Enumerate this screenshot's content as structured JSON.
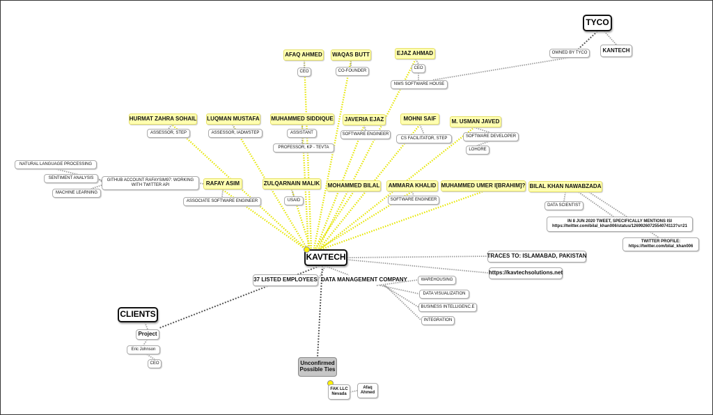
{
  "nodes": {
    "kavtech": "KAVTECH",
    "tyco": "TYCO",
    "owned_by_tyco": "OWNED BY TYCO",
    "kantech": "KANTECH",
    "clients": "CLIENTS",
    "project": "Project",
    "eric_johnson": "Eric Johnson",
    "eric_ceo": "CEO",
    "unconfirmed": "Unconfirmed Possible Ties",
    "fak_llc": "FAK LLC Nevada",
    "afaq_ahmed_small": "Afaq Ahmed",
    "listed_employees": "37 LISTED EMPLOYEES",
    "data_mgmt": "DATA MANAGEMENT COMPANY",
    "warehousing": "WAREHOUSING",
    "data_viz": "DATA VISUALIZATION",
    "bi": "BUSINESS INTELLIGENC.E",
    "integration": "INTEGRATION",
    "traces": "TRACES TO: ISLAMABAD, PAKISTAN",
    "website": "https://kavtechsolutions.net",
    "afaq_ahmed": "AFAQ AHMED",
    "afaq_ceo": "CEO",
    "waqas_butt": "WAQAS BUTT",
    "waqas_role": "CO-FOUNDER",
    "ejaz_ahmad": "EJAZ AHMAD",
    "ejaz_ceo": "CEO",
    "nws": "NWS SOFTWARE HOUSE",
    "hurmat": "HURMAT ZAHRA SOHAIL",
    "hurmat_role": "ASSESSOR, STEP",
    "luqman": "LUQMAN MUSTAFA",
    "luqman_role": "ASSESSOR, IADM/STEP",
    "siddique": "MUHAMMED SIDDIQUE",
    "siddique_role": "ASSISTANT",
    "siddique_role2": "PROFESSOR, KP - TEVTA",
    "javeria": "JAVERIA EJAZ",
    "javeria_role": "SOFTWARE ENGINEER",
    "mohni": "MOHNI SAIF",
    "mohni_role": "CS FACILITATOR, STEP",
    "usman": "M. USMAN JAVED",
    "usman_role": "SOFTWARE DEVELOPER",
    "lohore": "LOHORE",
    "nlp": "NATURAL LANGUAGE PROCESSING",
    "sentiment": "SENTIMENT ANALYSIS",
    "ml": "MACHINE LEARNING",
    "github": "GITHUB ACCOUNT RAFAYSIM97: WORKING WITH TWITTER API",
    "rafay": "RAFAY ASIM",
    "rafay_role": "ASSOCIATE SOFTWARE ENGINEER",
    "zulqarnain": "ZULQARNAIN MALIK",
    "usaid": "USAID",
    "bilal": "MOHAMMED BILAL",
    "ammara": "AMMARA KHALID",
    "ammara_role": "SOFTWARE ENGINEER",
    "umer": "MUHAMMED UMER I[BRAHIM]?",
    "bilal_khan": "BILAL KHAN NAWABZADA",
    "data_scientist": "DATA SCIENTIST",
    "tweet": "IN 8 JUN 2020 TWEET, SPECIFICALLY MENTIONS ISI https://twitter.com/bilal_khan006/status/1269926072554074113?s=21",
    "twitter_profile": "TWITTER PROFILE: https://twitter.com/bilal_khan006"
  },
  "colors": {
    "yellow_link": "#e6e600",
    "grey_link": "#9a9a9a",
    "dark_link": "#555555",
    "node_yellow": "#ffffb0",
    "dot_yellow": "#fff200"
  }
}
